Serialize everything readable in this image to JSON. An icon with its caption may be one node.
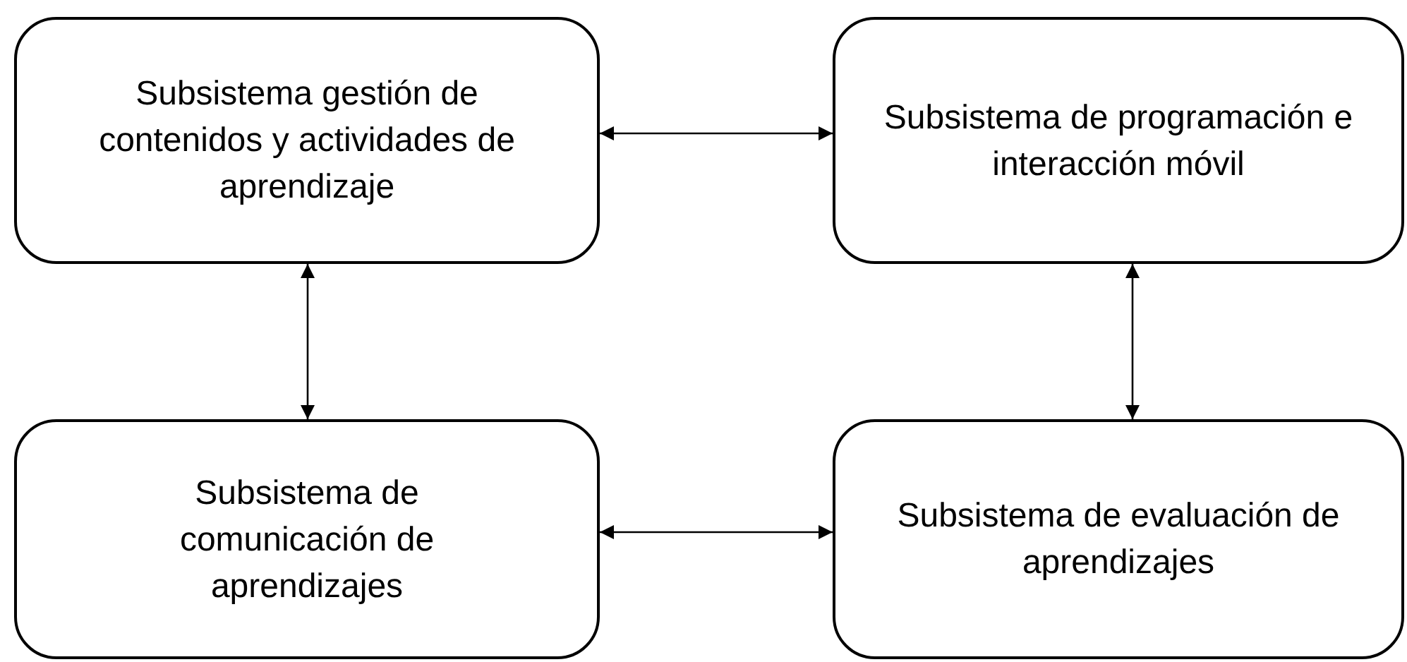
{
  "diagram": {
    "nodes": [
      {
        "text": [
          "Subsistema gestión de contenidos y actividades de aprendizaje"
        ]
      },
      {
        "text": [
          "Subsistema de programación e interacción móvil"
        ]
      },
      {
        "text": [
          "Subsistema de comunicación de aprendizajes"
        ]
      },
      {
        "text": [
          "Subsistema de evaluación de aprendizajes"
        ]
      }
    ],
    "edges": [
      {
        "from": 0,
        "to": 1,
        "arrow": "both"
      },
      {
        "from": 0,
        "to": 2,
        "arrow": "both"
      },
      {
        "from": 1,
        "to": 3,
        "arrow": "both"
      },
      {
        "from": 2,
        "to": 3,
        "arrow": "both"
      }
    ]
  }
}
